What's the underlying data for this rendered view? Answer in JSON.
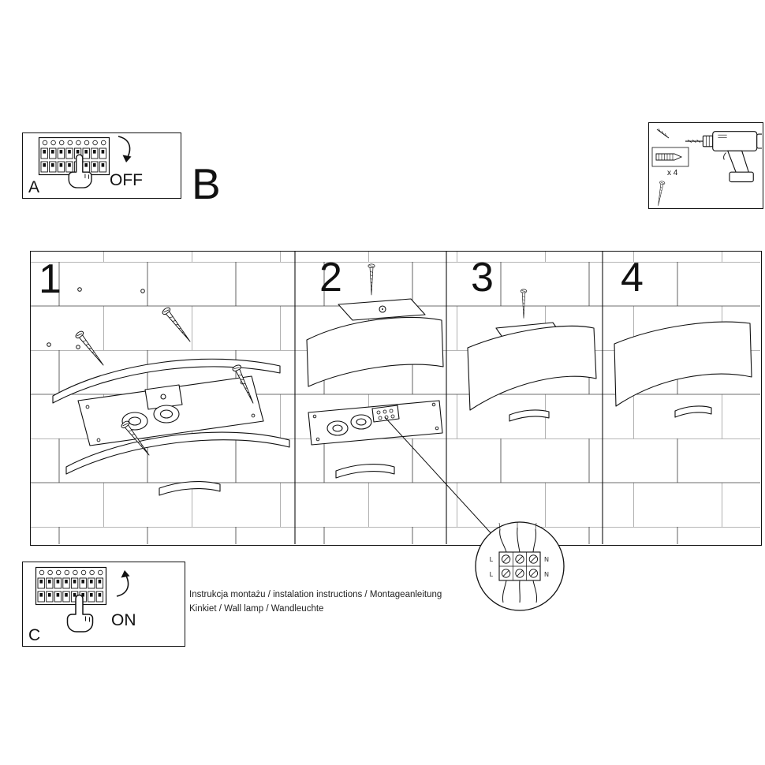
{
  "colors": {
    "ink": "#111111",
    "paper": "#ffffff"
  },
  "power_off": {
    "label": "A",
    "state": "OFF"
  },
  "power_on": {
    "label": "C",
    "state": "ON"
  },
  "section": {
    "label": "B"
  },
  "tools": {
    "count": "x 4"
  },
  "steps": [
    {
      "n": "1"
    },
    {
      "n": "2"
    },
    {
      "n": "3"
    },
    {
      "n": "4"
    }
  ],
  "wiring": {
    "top_left": "L",
    "top_right": "N",
    "bottom_left": "L",
    "bottom_right": "N"
  },
  "footer": {
    "line1": "Instrukcja montażu / instalation instructions / Montageanleitung",
    "line2": "Kinkiet / Wall lamp / Wandleuchte"
  }
}
